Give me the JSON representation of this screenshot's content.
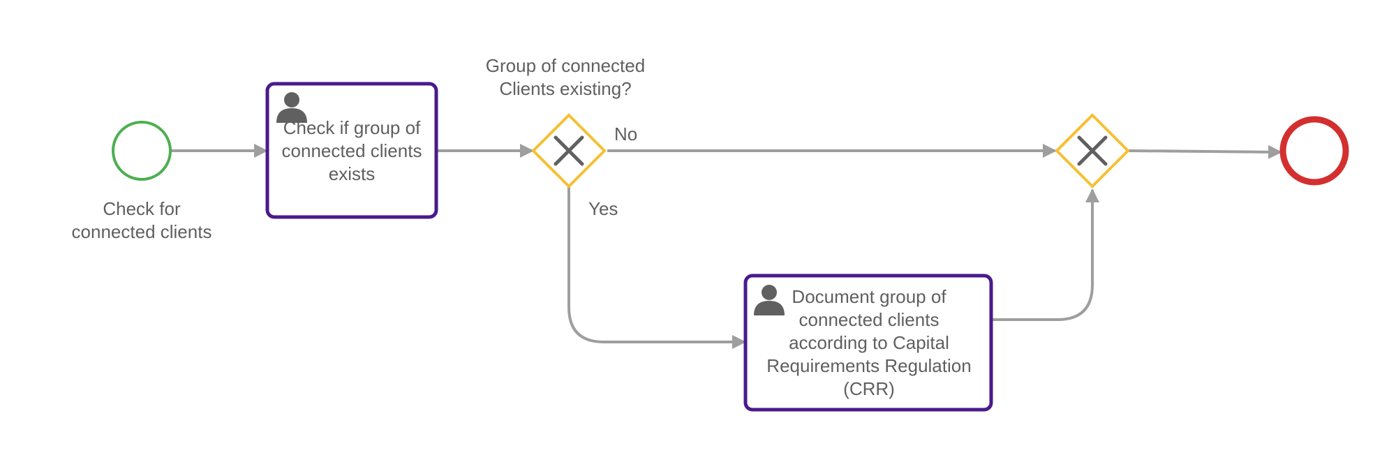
{
  "diagram": {
    "type": "bpmn-process",
    "start_event": {
      "label": "Check for\nconnected clients",
      "color": "#4caf50"
    },
    "end_event": {
      "color": "#d32f2f"
    },
    "task_check": {
      "label": "Check if group of\nconnected clients\nexists",
      "icon": "user-icon",
      "border_color": "#4a1a8c"
    },
    "gateway_split": {
      "label": "Group of connected\nClients existing?",
      "icon": "close-icon",
      "color": "#f5c033"
    },
    "gateway_merge": {
      "icon": "close-icon",
      "color": "#f5c033"
    },
    "flow_no": {
      "label": "No"
    },
    "flow_yes": {
      "label": "Yes"
    },
    "task_document": {
      "label": "Document group of\nconnected clients\naccording to Capital\nRequirements Regulation\n(CRR)",
      "icon": "user-icon",
      "border_color": "#4a1a8c"
    },
    "colors": {
      "connector": "#9e9e9e",
      "text": "#5f5f5f",
      "icon": "#606060"
    }
  }
}
